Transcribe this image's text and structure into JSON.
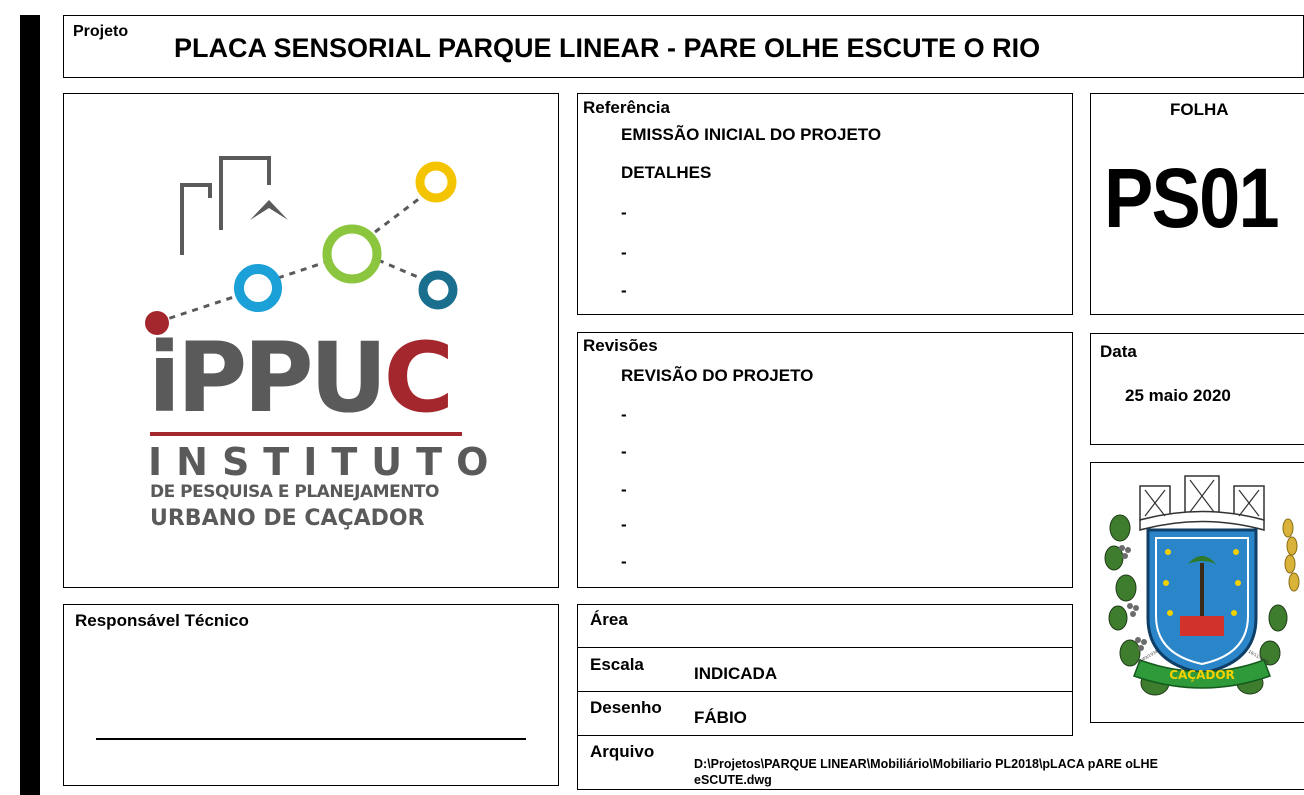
{
  "project": {
    "label": "Projeto",
    "title": "PLACA SENSORIAL PARQUE LINEAR - PARE OLHE ESCUTE O RIO"
  },
  "logo": {
    "acronym_i": "i",
    "acronym_rest": "PPU",
    "acronym_c": "C",
    "line1": "INSTITUTO",
    "line2": "DE PESQUISA E PLANEJAMENTO",
    "line3": "URBANO DE CAÇADOR",
    "colors": {
      "red": "#a3272d",
      "gray": "#5a5a5a",
      "green": "#8cc63f",
      "blue": "#1ba0d8",
      "teal": "#1a6e8e",
      "yellow": "#f5c400"
    }
  },
  "referencia": {
    "label": "Referência",
    "items": [
      "EMISSÃO INICIAL DO PROJETO",
      "DETALHES",
      "-",
      "-",
      "-"
    ]
  },
  "revisoes": {
    "label": "Revisões",
    "items": [
      "REVISÃO DO PROJETO",
      "-",
      "-",
      "-",
      "-",
      "-"
    ]
  },
  "folha": {
    "label": "FOLHA",
    "value": "PS01"
  },
  "data": {
    "label": "Data",
    "value": "25 maio 2020"
  },
  "emblem": {
    "banner": "CAÇADOR",
    "left_date": "25/03/1934",
    "right_date": "10/11/1934"
  },
  "responsavel": {
    "label": "Responsável Técnico"
  },
  "area": {
    "label": "Área",
    "value": ""
  },
  "escala": {
    "label": "Escala",
    "value": "INDICADA"
  },
  "desenho": {
    "label": "Desenho",
    "value": "FÁBIO"
  },
  "arquivo": {
    "label": "Arquivo",
    "value_line1": "D:\\Projetos\\PARQUE LINEAR\\Mobiliário\\Mobiliario PL2018\\pLACA pARE oLHE",
    "value_line2": "eSCUTE.dwg"
  }
}
